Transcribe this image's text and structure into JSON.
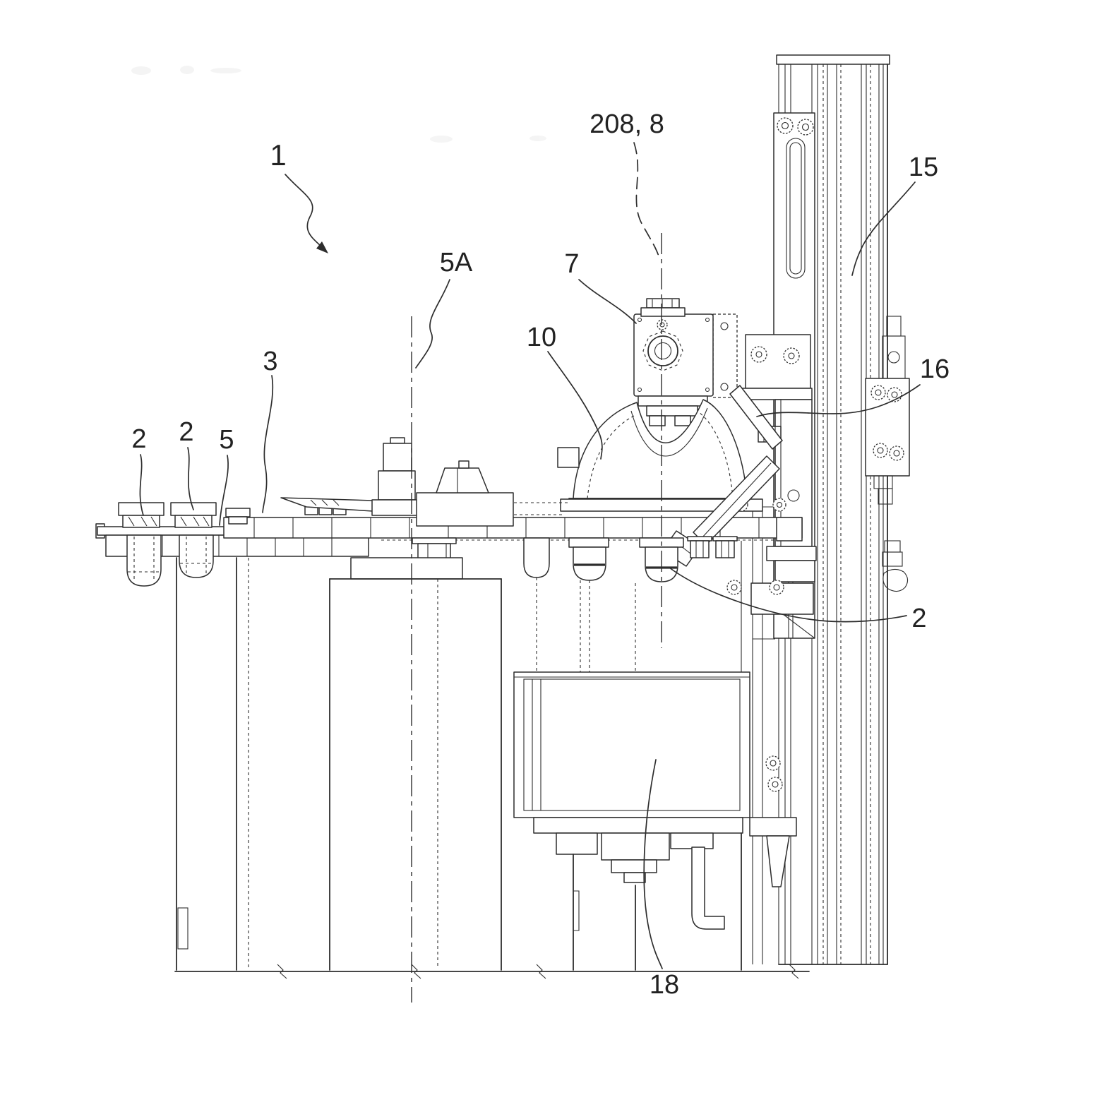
{
  "figure": {
    "kind": "patent-technical-drawing",
    "labels": {
      "machine": "1",
      "container": "2",
      "table": "3",
      "holder": "5",
      "axis_a": "5A",
      "camera": "7",
      "bell": "10",
      "column": "15",
      "bracket": "16",
      "drive": "18",
      "spindle": "208, 8"
    },
    "colors": {
      "ink": "#2d2d2d",
      "paper": "#ffffff"
    }
  }
}
